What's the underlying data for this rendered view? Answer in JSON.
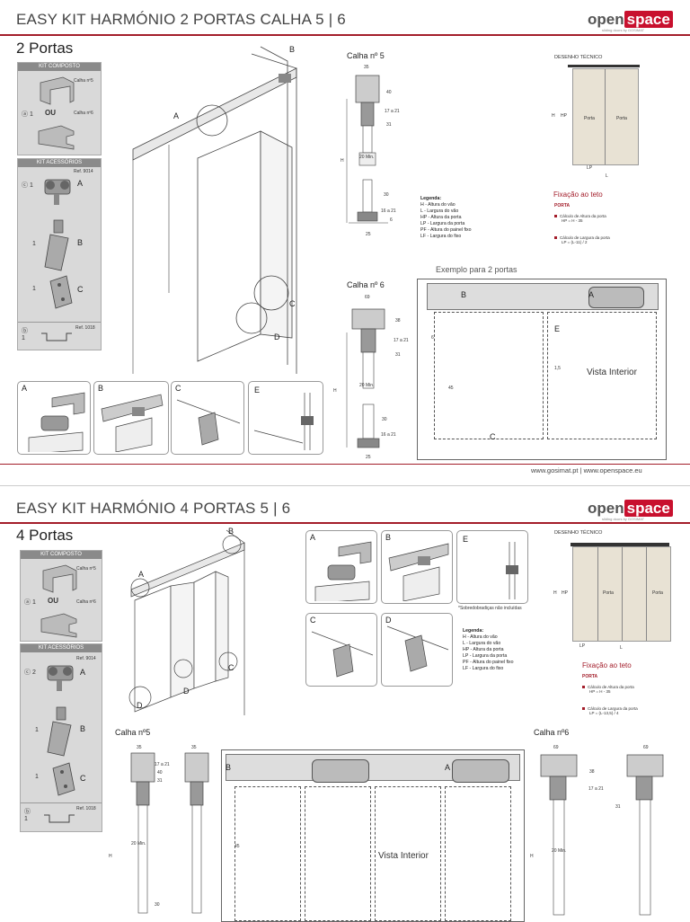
{
  "page1": {
    "header_title": "EASY KIT HARMÓNIO 2 PORTAS CALHA 5 | 6",
    "logo_text_a": "open",
    "logo_text_b": "space",
    "logo_sub": "sliding doors by GOSIMAT",
    "section_title": "2 Portas",
    "kit_composto": "KIT COMPOSTO",
    "calha5": "Calha nº5",
    "calha6": "Calha nº6",
    "qty_a": "1",
    "ou": "OU",
    "kit_acessorios": "KIT ACESSÓRIOS",
    "ref9014": "Ref. 9014",
    "qty_c": "1",
    "qty_b": "1",
    "qty_cc": "1",
    "ref1018": "Ref. 1018",
    "qty_bb": "1",
    "label_A": "A",
    "label_B": "B",
    "label_C": "C",
    "label_D": "D",
    "label_E": "E",
    "calha5_title": "Calha nº 5",
    "calha6_title": "Calha nº 6",
    "desenho_tecnico": "DESENHO TÉCNICO",
    "porta": "Porta",
    "dim_35": "35",
    "dim_40": "40",
    "dim_17a21": "17 a 21",
    "dim_31": "31",
    "dim_h": "H",
    "dim_30": "30",
    "dim_16a21": "16 a 21",
    "dim_25": "25",
    "dim_6": "6",
    "dim_69": "69",
    "dim_38": "38",
    "dim_20min": "20 Min.",
    "dim_l": "L",
    "dim_lp": "LP",
    "dim_hp": "HP",
    "fix_title": "Fixação ao teto",
    "fix_porta": "PORTA",
    "calc_altura": "Cálculo de Altura da porta",
    "calc_altura_formula": "HP = H - 35",
    "calc_largura": "Cálculo de Largura da porta",
    "calc_largura_formula": "LP = (L-11) / 2",
    "legenda_title": "Legenda:",
    "legenda": [
      "H - Altura do vão",
      "L - Largura do vão",
      "HP - Altura da porta",
      "LP - Largura da porta",
      "PF - Altura do painel fixo",
      "LF - Largura do fixo"
    ],
    "exemplo": "Exemplo para 2 portas",
    "vista_interior": "Vista Interior",
    "dim_45": "45",
    "dim_1_5": "1,5",
    "footer": "www.gosimat.pt  |  www.openspace.eu"
  },
  "page2": {
    "header_title": "EASY KIT HARMÓNIO 4 PORTAS 5 | 6",
    "section_title": "4 Portas",
    "kit_composto": "KIT COMPOSTO",
    "calha5": "Calha nº5",
    "calha6": "Calha nº6",
    "qty_a": "1",
    "ou": "OU",
    "kit_acessorios": "KIT ACESSÓRIOS",
    "ref9014": "Ref. 9014",
    "qty_c": "2",
    "qty_b": "1",
    "qty_cc": "1",
    "ref1018": "Ref. 1018",
    "qty_bb": "1",
    "sobredobradicas": "*Sobredobradiças não incluídas",
    "calha5_title": "Calha nº5",
    "calha6_title": "Calha nº6",
    "calc_largura_formula": "LP = (L-13,5) / 4",
    "vista_interior": "Vista Interior"
  }
}
